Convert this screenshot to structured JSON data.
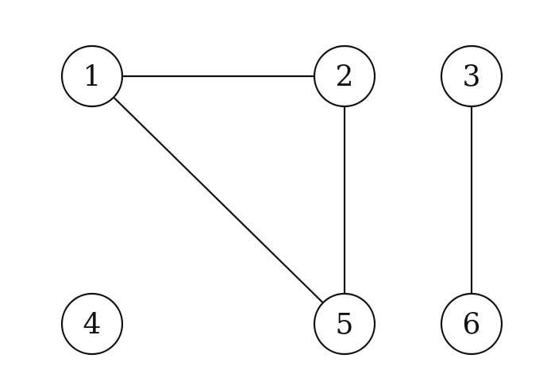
{
  "graph": {
    "nodes": [
      {
        "id": "1",
        "label": "1"
      },
      {
        "id": "2",
        "label": "2"
      },
      {
        "id": "3",
        "label": "3"
      },
      {
        "id": "4",
        "label": "4"
      },
      {
        "id": "5",
        "label": "5"
      },
      {
        "id": "6",
        "label": "6"
      }
    ],
    "edges": [
      {
        "from": "1",
        "to": "2"
      },
      {
        "from": "1",
        "to": "5"
      },
      {
        "from": "2",
        "to": "5"
      },
      {
        "from": "3",
        "to": "6"
      }
    ]
  }
}
